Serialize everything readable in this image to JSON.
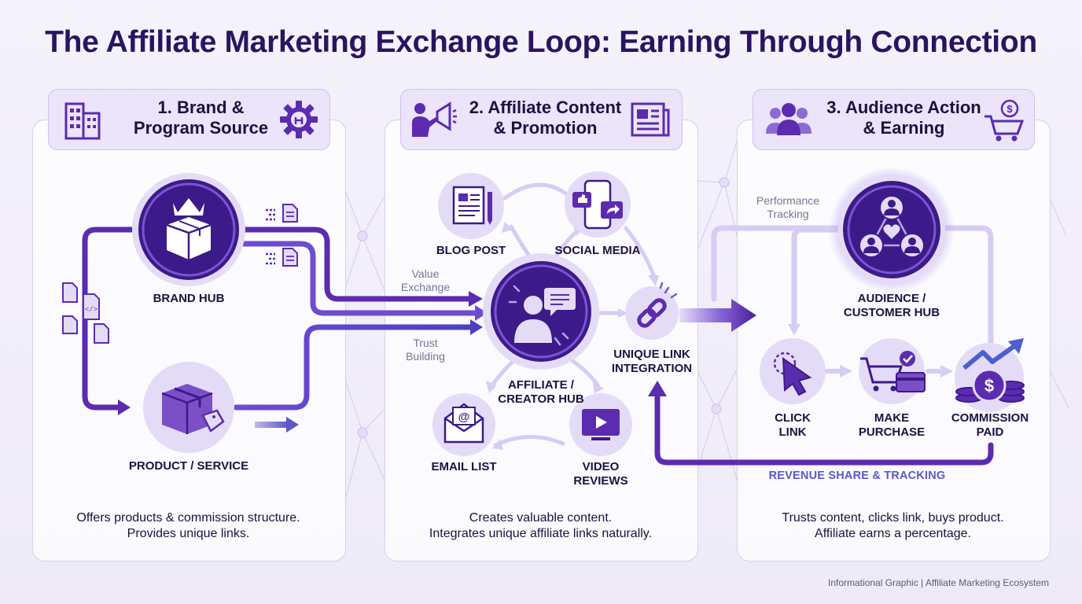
{
  "title": "The Affiliate Marketing Exchange Loop: Earning Through Connection",
  "panels": [
    {
      "heading_line1": "1. Brand &",
      "heading_line2": "Program Source",
      "description_line1": "Offers products & commission structure.",
      "description_line2": "Provides unique links."
    },
    {
      "heading_line1": "2. Affiliate Content",
      "heading_line2": "& Promotion",
      "description_line1": "Creates valuable content.",
      "description_line2": "Integrates unique affiliate links naturally."
    },
    {
      "heading_line1": "3. Audience Action",
      "heading_line2": "& Earning",
      "description_line1": "Trusts content, clicks link, buys product.",
      "description_line2": "Affiliate earns a percentage."
    }
  ],
  "nodes": {
    "brand_hub": "BRAND HUB",
    "product_service": "PRODUCT / SERVICE",
    "blog_post": "BLOG POST",
    "social_media": "SOCIAL MEDIA",
    "affiliate_hub_line1": "AFFILIATE /",
    "affiliate_hub_line2": "CREATOR HUB",
    "unique_link_line1": "UNIQUE LINK",
    "unique_link_line2": "INTEGRATION",
    "email_list": "EMAIL LIST",
    "video_reviews_line1": "VIDEO",
    "video_reviews_line2": "REVIEWS",
    "audience_hub_line1": "AUDIENCE /",
    "audience_hub_line2": "CUSTOMER HUB",
    "click_link_line1": "CLICK",
    "click_link_line2": "LINK",
    "make_purchase_line1": "MAKE",
    "make_purchase_line2": "PURCHASE",
    "commission_paid_line1": "COMMISSION",
    "commission_paid_line2": "PAID"
  },
  "flow_labels": {
    "value_exchange_line1": "Value",
    "value_exchange_line2": "Exchange",
    "trust_building_line1": "Trust",
    "trust_building_line2": "Building",
    "performance_tracking_line1": "Performance",
    "performance_tracking_line2": "Tracking",
    "revenue_share": "REVENUE SHARE & TRACKING"
  },
  "footer": "Informational Graphic | Affiliate Marketing Ecosystem",
  "colors": {
    "primary_purple": "#5b2bb0",
    "dark_purple": "#3d1a8a",
    "light_circle": "#e4dcf7",
    "accent_blue": "#5b57c9",
    "text_dark": "#1d1140"
  }
}
